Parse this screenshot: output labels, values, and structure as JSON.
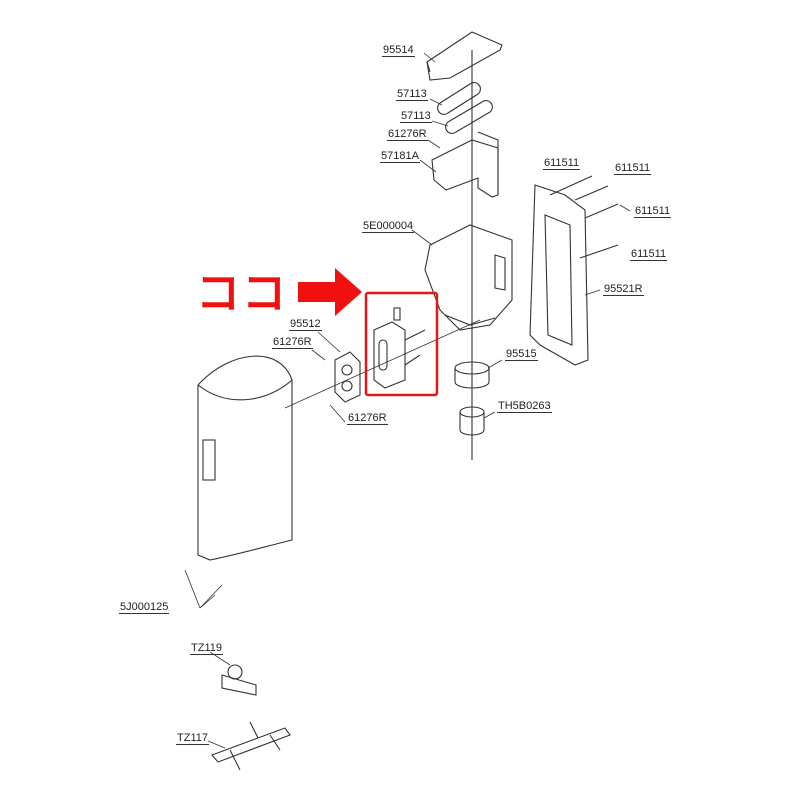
{
  "callout": {
    "text": "ココ",
    "color": "#f01010"
  },
  "parts": [
    {
      "id": "95514"
    },
    {
      "id": "57113"
    },
    {
      "id": "57113"
    },
    {
      "id": "61276R"
    },
    {
      "id": "57181A"
    },
    {
      "id": "5E000004"
    },
    {
      "id": "611511"
    },
    {
      "id": "611511"
    },
    {
      "id": "611511"
    },
    {
      "id": "611511"
    },
    {
      "id": "95521R"
    },
    {
      "id": "95512"
    },
    {
      "id": "61276R"
    },
    {
      "id": "95515"
    },
    {
      "id": "TH5B0263"
    },
    {
      "id": "61276R"
    },
    {
      "id": "5J000125"
    },
    {
      "id": "TZ119"
    },
    {
      "id": "TZ117"
    }
  ]
}
